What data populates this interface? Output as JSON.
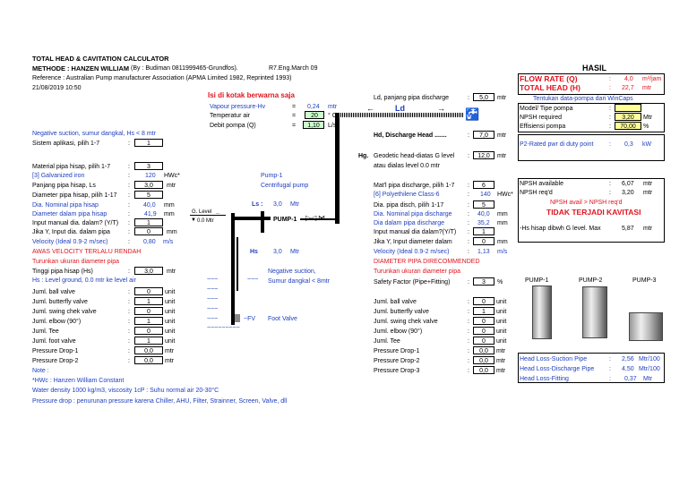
{
  "header": {
    "title": "TOTAL HEAD & CAVITATION CALCULATOR",
    "method": "METHODE : HANZEN WILLIAM",
    "author": "(By : Budiman 0811999465-Grundfos).",
    "version": "R7.Eng.March 09",
    "reference": "Reference : Australian Pump manufacturer Association (APMA Limited 1982, Reprinted 1993)",
    "datetime": "21/08/2019 10:50"
  },
  "top_inputs": {
    "instruction": "Isi di kotak berwarna saja",
    "vapour": {
      "label": "Vapour pressure-Hv",
      "eq": "=",
      "value": "0,24",
      "unit": "mtr"
    },
    "temp": {
      "label": "Temperatur air",
      "eq": "=",
      "value": "20",
      "unit": "° C"
    },
    "flow": {
      "label": "Debit pompa (Q)",
      "eq": "=",
      "value": "1,10",
      "unit": "L/s"
    }
  },
  "suction": {
    "neg_suction_note": "Negative suction, sumur dangkal, Hs < 8 mtr",
    "system_app": {
      "label": "Sistem aplikasi, pilih 1-7",
      "colon": ":",
      "value": "1"
    },
    "material": {
      "label": "Material pipa hisap, pilih 1-7",
      "colon": ":",
      "value": "3"
    },
    "galv": {
      "label": "[3] Galvanized iron",
      "colon": ":",
      "value": "120",
      "unit": "HWc*"
    },
    "length": {
      "label": "Panjang pipa hisap, Ls",
      "colon": ":",
      "value": "3,0",
      "unit": "mtr"
    },
    "diameter": {
      "label": "Diameter pipa hisap, pilih 1-17",
      "colon": ":",
      "value": "5"
    },
    "nominal": {
      "label": "Dia. Nominal pipa hisap",
      "colon": ":",
      "value": "40,0",
      "unit": "mm"
    },
    "inner": {
      "label": "Diameter dalam pipa hisap",
      "colon": ":",
      "value": "41,9",
      "unit": "mm"
    },
    "manual": {
      "label": "Input manual dia. dalam? (Y/T)",
      "colon": ":",
      "value": "1"
    },
    "manual_y": {
      "label": "Jika Y, Input dia. dalam pipa",
      "colon": ":",
      "value": "0",
      "unit": "mm"
    },
    "velocity": {
      "label": "Velocity (Ideal 0.9-2 m/sec)",
      "colon": ":",
      "value": "0,80",
      "unit": "m/s"
    },
    "warn1": "AWAS VELOCITY TERLALU RENDAH",
    "warn2": "Turunkan ukuran diameter pipa",
    "height": {
      "label": "Tinggi pipa hisap (Hs)",
      "colon": ":",
      "value": "3,0",
      "unit": "mtr"
    },
    "hs_note": "Hs : Level ground, 0.0 mtr ke level air",
    "fittings": [
      {
        "label": "Juml. ball valve",
        "colon": ":",
        "value": "0",
        "unit": "unit"
      },
      {
        "label": "Juml. butterfly valve",
        "colon": ":",
        "value": "1",
        "unit": "unit"
      },
      {
        "label": "Juml. swing chek valve",
        "colon": ":",
        "value": "0",
        "unit": "unit"
      },
      {
        "label": "Juml. elbow (90°)",
        "colon": ":",
        "value": "1",
        "unit": "unit"
      },
      {
        "label": "Juml. Tee",
        "colon": ":",
        "value": "0",
        "unit": "unit"
      },
      {
        "label": "Juml. foot valve",
        "colon": ":",
        "value": "1",
        "unit": "unit"
      },
      {
        "label": "Pressure Drop-1",
        "colon": ":",
        "value": "0,0",
        "unit": "mtr"
      },
      {
        "label": "Pressure Drop-2",
        "colon": ":",
        "value": "0,0",
        "unit": "mtr"
      }
    ]
  },
  "notes": {
    "note": "Note :",
    "hwc": "*HWc : Hanzen William Constant",
    "water": "Water density 1000 kg/m3, viscosity 1cP : Suhu normal air 20-30°C",
    "pressure": "Pressure drop : penurunan pressure karena Chiller, AHU, Filter, Strainner, Screen, Valve, dll"
  },
  "diagram": {
    "pump1": "Pump-1",
    "centrifugal": "Centrifugal pump",
    "ls": "Ls :",
    "ls_value": "3,0",
    "ls_unit": "Mtr",
    "g_level": "G. Level",
    "zero_mtr": "0.0 Mtr",
    "pump_label": "PUMP-1",
    "hs": "Hs",
    "hs_value": "3,0",
    "hs_unit": "Mtr",
    "neg_suction": "Negative suction,",
    "sumur": "Sumur dangkal < 8mtr",
    "fv": "~FV",
    "foot_valve": "Foot Valve",
    "ld": "Ld",
    "tilde": "~~~",
    "tilde_long": "~~~~~~~~~"
  },
  "discharge": {
    "ld": {
      "label": "Ld, panjang pipa discharge",
      "colon": ":",
      "value": "5,0",
      "unit": "mtr"
    },
    "hd": {
      "label": "Hd, Discharge Head .......",
      "colon": ":",
      "value": "7,0",
      "unit": "mtr"
    },
    "hg_prefix": "Hg.",
    "hg": {
      "label": "Geodetic head-diatas G level",
      "colon": ":",
      "value": "12,0",
      "unit": "mtr"
    },
    "hg_note": "atau dialas level 0.0 mtr",
    "material": {
      "label": "Mat'l pipa discharge, pilih 1-7",
      "colon": ":",
      "value": "6"
    },
    "poly": {
      "label": "[6] Polyethilene Class-6",
      "colon": ":",
      "value": "140",
      "unit": "HWc*"
    },
    "dia_pick": {
      "label": "Dia. pipa disch, pilih 1-17",
      "colon": ":",
      "value": "5"
    },
    "nominal": {
      "label": "Dia. Nominal pipa discharge",
      "colon": ":",
      "value": "40,0",
      "unit": "mm"
    },
    "inner": {
      "label": "Dia dalam pipa discharge",
      "colon": ":",
      "value": "35,2",
      "unit": "mm"
    },
    "manual": {
      "label": "Input manual dia dalam?(Y/T)",
      "colon": ":",
      "value": "1"
    },
    "manual_y": {
      "label": "Jika Y, Input diameter dalam",
      "colon": ":",
      "value": "0",
      "unit": "mm"
    },
    "velocity": {
      "label": "Velocity (Ideal 0.9-2 m/sec)",
      "colon": ":",
      "value": "1,13",
      "unit": "m/s"
    },
    "rec": "DIAMETER PIPA DIRECOMMENDED",
    "turunkan": "Turunkan ukuran diameter pipa",
    "safety": {
      "label": "Safety Factor (Pipe+Fitting)",
      "colon": ":",
      "value": "3",
      "unit": "%"
    },
    "fittings": [
      {
        "label": "Juml. ball valve",
        "colon": ":",
        "value": "0",
        "unit": "unit"
      },
      {
        "label": "Juml. butterfly valve",
        "colon": ":",
        "value": "1",
        "unit": "unit"
      },
      {
        "label": "Juml. swing chek valve",
        "colon": ":",
        "value": "0",
        "unit": "unit"
      },
      {
        "label": "Juml. elbow (90°)",
        "colon": ":",
        "value": "0",
        "unit": "unit"
      },
      {
        "label": "Juml. Tee",
        "colon": ":",
        "value": "0",
        "unit": "unit"
      },
      {
        "label": "Pressure Drop-1",
        "colon": ":",
        "value": "0,0",
        "unit": "mtr"
      },
      {
        "label": "Pressure Drop-2",
        "colon": ":",
        "value": "0,0",
        "unit": "mtr"
      },
      {
        "label": "Pressure Drop-3",
        "colon": ":",
        "value": "0,0",
        "unit": "mtr"
      }
    ]
  },
  "result": {
    "title": "HASIL",
    "flow": {
      "label": "FLOW RATE (Q)",
      "colon": ":",
      "value": "4,0",
      "unit": "m³/jam"
    },
    "head": {
      "label": "TOTAL HEAD (H)",
      "colon": ":",
      "value": "22,7",
      "unit": "mtr"
    },
    "wincaps": "Tentukan data-pompa dari WinCaps",
    "model": {
      "label": "Model/ Tipe pompa",
      "colon": ":",
      "value": ""
    },
    "npsh_req": {
      "label": "NPSH required",
      "colon": ":",
      "value": "3,20",
      "unit": "Mtr"
    },
    "eff": {
      "label": "Effisiensi pompa",
      "colon": ":",
      "value": "70,00",
      "unit": "%"
    },
    "p2": {
      "label": "P2-Rated pwr di duty point",
      "colon": ":",
      "value": "0,3",
      "unit": "kW"
    },
    "npsh_av": {
      "label": "NPSH available",
      "colon": ":",
      "value": "6,07",
      "unit": "mtr"
    },
    "npsh_rq": {
      "label": "NPSH req'd",
      "colon": ":",
      "value": "3,20",
      "unit": "mtr"
    },
    "npsh_cmp": "NPSH avail > NPSH req'd",
    "no_cav": "TIDAK TERJADI KAVITASI",
    "hs_max": {
      "label": "-Hs hisap dibwh G level. Max",
      "value": "5,87",
      "unit": "mtr"
    },
    "pumps": [
      "PUMP-1",
      "PUMP-2",
      "PUMP-3"
    ],
    "loss_suction": {
      "label": "Head Loss-Suction Pipe",
      "colon": ":",
      "value": "2,56",
      "unit": "Mtr/100"
    },
    "loss_disch": {
      "label": "Head Loss-Discharge Pipe",
      "colon": ":",
      "value": "4,50",
      "unit": "Mtr/100"
    },
    "loss_fit": {
      "label": "Head Loss-Fitting",
      "colon": ":",
      "value": "0,37",
      "unit": "Mtr"
    }
  },
  "colors": {
    "input_cell": "#ccffcc",
    "yellow_cell": "#ffff99",
    "red": "#e0141e",
    "blue": "#1f3fbf"
  }
}
